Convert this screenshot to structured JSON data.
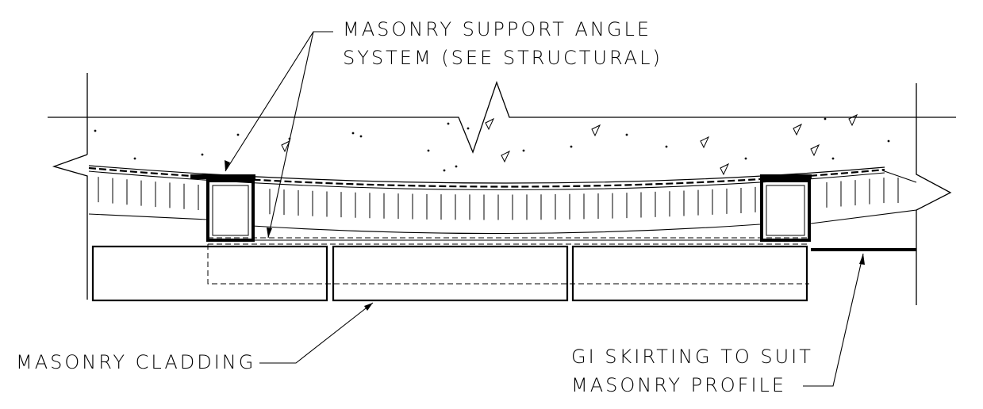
{
  "labels": {
    "support_angle_line1": "MASONRY SUPPORT ANGLE",
    "support_angle_line2": "SYSTEM (SEE STRUCTURAL)",
    "cladding": "MASONRY CLADDING",
    "skirting_line1": "GI SKIRTING TO SUIT",
    "skirting_line2": "MASONRY PROFILE"
  },
  "colors": {
    "line": "#000000",
    "background": "#ffffff"
  }
}
